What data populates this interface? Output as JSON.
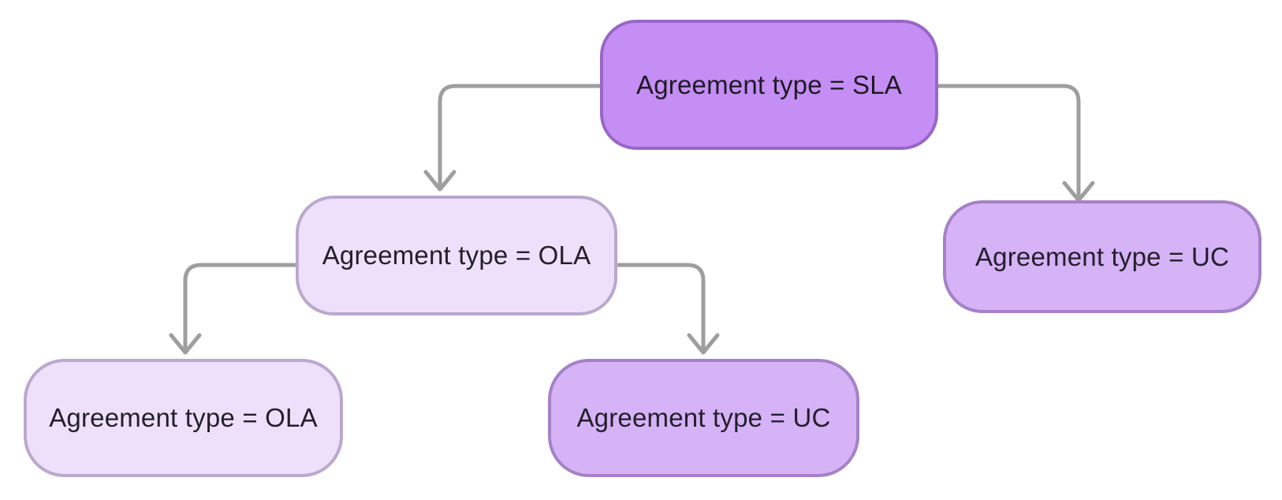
{
  "diagram": {
    "type": "decision-tree",
    "background_color": "#ffffff",
    "edge_color": "#9e9e9e",
    "nodes": [
      {
        "id": "root-sla",
        "label": "Agreement type = SLA",
        "fill": "#c48ef5",
        "border": "#9966c8",
        "text_color": "#1e1b22",
        "level": 1
      },
      {
        "id": "mid-ola",
        "label": "Agreement type = OLA",
        "fill": "#eee0fa",
        "border": "#bba8cd",
        "text_color": "#23202a",
        "level": 2
      },
      {
        "id": "mid-uc",
        "label": "Agreement type = UC",
        "fill": "#d6b2f7",
        "border": "#a582c6",
        "text_color": "#23202a",
        "level": 2
      },
      {
        "id": "leaf-ola",
        "label": "Agreement type = OLA",
        "fill": "#eee0fa",
        "border": "#bba8cd",
        "text_color": "#23202a",
        "level": 3
      },
      {
        "id": "leaf-uc",
        "label": "Agreement type = UC",
        "fill": "#d6b2f7",
        "border": "#a582c6",
        "text_color": "#23202a",
        "level": 3
      }
    ],
    "edges": [
      {
        "id": "edge-root-to-ola",
        "from": "root-sla",
        "to": "mid-ola"
      },
      {
        "id": "edge-root-to-uc",
        "from": "root-sla",
        "to": "mid-uc"
      },
      {
        "id": "edge-ola-to-ola",
        "from": "mid-ola",
        "to": "leaf-ola"
      },
      {
        "id": "edge-ola-to-uc",
        "from": "mid-ola",
        "to": "leaf-uc"
      }
    ]
  }
}
